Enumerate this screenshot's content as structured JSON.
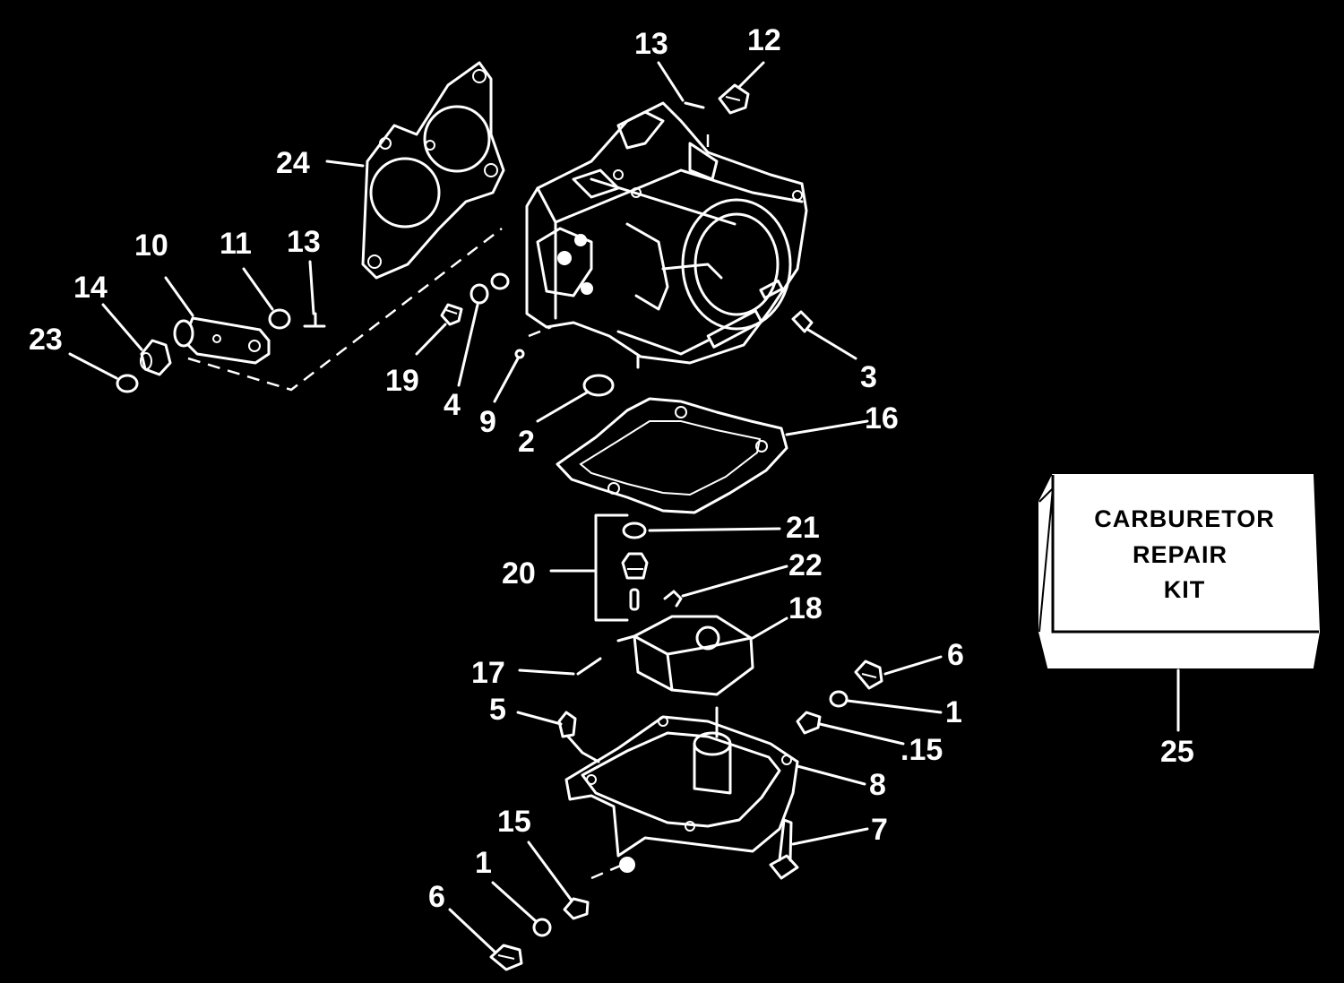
{
  "diagram": {
    "labels": {
      "l1a": "1",
      "l1b": "1",
      "l2": "2",
      "l3": "3",
      "l4": "4",
      "l5": "5",
      "l6a": "6",
      "l6b": "6",
      "l7": "7",
      "l8": "8",
      "l9": "9",
      "l10": "10",
      "l11": "11",
      "l12": "12",
      "l13a": "13",
      "l13b": "13",
      "l14": "14",
      "l15a": ".15",
      "l15b": "15",
      "l16": "16",
      "l17": "17",
      "l18": "18",
      "l19": "19",
      "l20": "20",
      "l21": "21",
      "l22": "22",
      "l23": "23",
      "l24": "24",
      "l25": "25"
    },
    "kit_box": {
      "line1": "CARBURETOR",
      "line2": "REPAIR",
      "line3": "KIT"
    }
  }
}
